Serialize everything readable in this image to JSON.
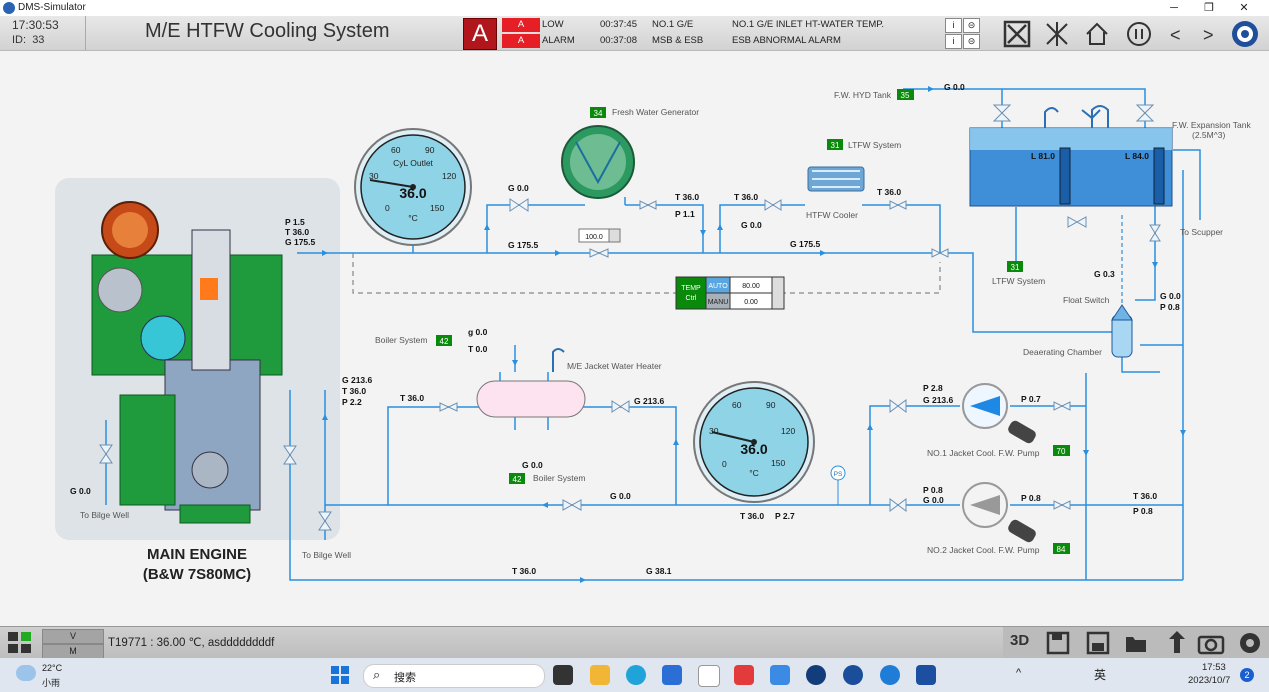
{
  "window": {
    "app_name": "DMS-Simulator",
    "minimize": "─",
    "maximize": "❐",
    "close": "✕"
  },
  "header": {
    "time": "17:30:53",
    "id_label": "ID:",
    "id_value": "33",
    "title": "M/E HTFW Cooling System",
    "alarm_letter": "A"
  },
  "alarms": [
    {
      "badge": "A",
      "type": "LOW",
      "time": "00:37:45",
      "source": "NO.1 G/E",
      "message": "NO.1 G/E INLET HT-WATER TEMP.",
      "info": "i",
      "ack": "⊝"
    },
    {
      "badge": "A",
      "type": "ALARM",
      "time": "00:37:08",
      "source": "MSB & ESB",
      "message": "ESB ABNORMAL ALARM",
      "info": "i",
      "ack": "⊝"
    }
  ],
  "toolbar_icons": [
    "fit-screen-icon",
    "cross-icon",
    "home-icon",
    "pause-icon",
    "back-icon",
    "forward-icon",
    "logo-icon"
  ],
  "toolbar_symbols": {
    "back": "<",
    "forward": ">"
  },
  "gauges": [
    {
      "title": "CyL Outlet",
      "value": "36.0",
      "unit": "°C",
      "ticks": [
        "0",
        "30",
        "60",
        "90",
        "120",
        "150"
      ]
    },
    {
      "title": "",
      "value": "36.0",
      "unit": "°C",
      "ticks": [
        "0",
        "30",
        "60",
        "90",
        "120",
        "150"
      ]
    }
  ],
  "engine": {
    "name_line1": "MAIN ENGINE",
    "name_line2": "(B&W 7S80MC)"
  },
  "labels": {
    "fwg": "Fresh Water Generator",
    "fwg_no": "34",
    "fw_hyd_tank": "F.W. HYD Tank",
    "fw_hyd_tank_no": "35",
    "fw_hyd_g": "G 0.0",
    "fw_exp_tank": "F.W. Expansion Tank",
    "fw_exp_tank_cap": "(2.5M^3)",
    "ltfw_system": "LTFW System",
    "ltfw_no": "31",
    "ltfw_system2": "LTFW System",
    "ltfw_no2": "31",
    "htfw_cooler": "HTFW Cooler",
    "to_scupper": "To Scupper",
    "float_switch": "Float Switch",
    "float_g": "G 0.3",
    "deaerating": "Deaerating Chamber",
    "boiler_system": "Boiler System",
    "boiler_no": "42",
    "boiler_g": "g 0.0",
    "boiler_t": "T 0.0",
    "boiler_system2": "Boiler System",
    "boiler_no2": "42",
    "boiler_g2": "G 0.0",
    "jw_heater": "M/E Jacket Water Heater",
    "pump1": "NO.1 Jacket Cool. F.W. Pump",
    "pump1_no": "70",
    "pump2": "NO.2 Jacket Cool. F.W. Pump",
    "pump2_no": "84",
    "to_bilge1": "To Bilge Well",
    "to_bilge2": "To Bilge Well",
    "ps": "PS",
    "level_left": "L 81.0",
    "level_right": "L 84.0"
  },
  "readings": {
    "eng_out_p": "P 1.5",
    "eng_out_t": "T 36.0",
    "eng_out_g": "G 175.5",
    "fwg_in_g": "G 0.0",
    "fwg_out_t": "T 36.0",
    "fwg_out_p": "P 1.1",
    "cooler_in_t": "T 36.0",
    "cooler_in_g": "G 0.0",
    "cooler_out_t": "T 36.0",
    "main_g1": "G 175.5",
    "main_g2": "G 175.5",
    "valve_pos": "100.0",
    "exp_out_g": "G 0.0",
    "exp_out_p": "P 0.8",
    "eng_in_g": "G 213.6",
    "eng_in_t": "T 36.0",
    "eng_in_p": "P 2.2",
    "heater_in_t": "T 36.0",
    "heater_out_g": "G 213.6",
    "p1_in_p": "P 2.8",
    "p1_in_g": "G 213.6",
    "p1_out_p": "P 0.7",
    "p2_in_p": "P 0.8",
    "p2_in_g": "G 0.0",
    "p2_out_p": "P 0.8",
    "ret_t": "T 36.0",
    "ret_p": "P 0.8",
    "bottom_g": "G 0.0",
    "mid_t": "T 36.0",
    "mid_p": "P 2.7",
    "bilge_g": "G 0.0",
    "lower_t": "T 36.0",
    "lower_g": "G 38.1"
  },
  "temp_ctrl": {
    "label1": "TEMP",
    "label2": "Ctrl",
    "mode1": "AUTO",
    "val1": "80.00",
    "mode2": "MANU",
    "val2": "0.00"
  },
  "bottom": {
    "v_label": "V",
    "m_label": "M",
    "status": "T19771 : 36.00 ℃,  asddddddddf",
    "icon_3d": "3D"
  },
  "taskbar": {
    "weather_temp": "22°C",
    "weather_desc": "小雨",
    "search": "搜索",
    "ime": "英",
    "clock_time": "17:53",
    "clock_date": "2023/10/7",
    "notif": "2"
  },
  "colors": {
    "pipe": "#2b8fe0",
    "alarm_red": "#e61e25",
    "tag_green": "#0a8a0a",
    "engine_green": "#1f9a3c"
  }
}
